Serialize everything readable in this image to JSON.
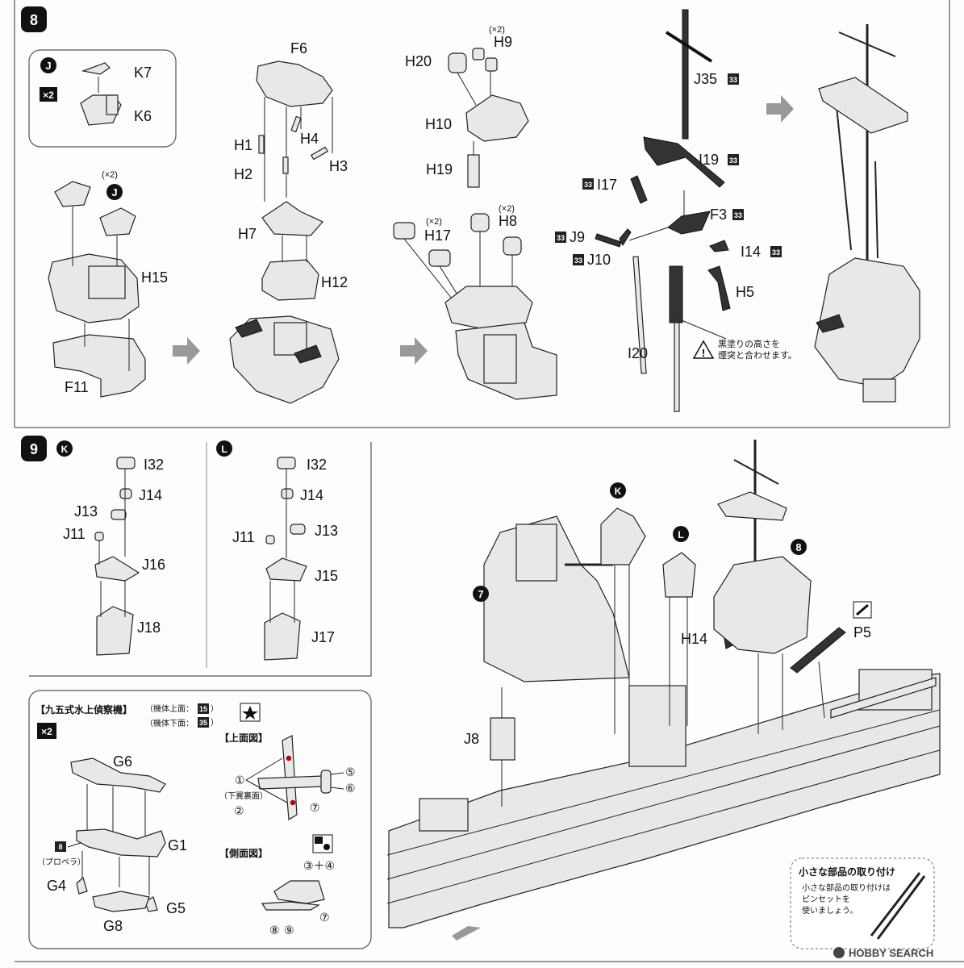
{
  "step8": {
    "number": "8",
    "inset": {
      "marker": "J",
      "multiplier": "×2",
      "parts": [
        "K7",
        "K6"
      ]
    },
    "group1": {
      "qty": "(×2)",
      "marker": "J",
      "parts": [
        "H15",
        "F11"
      ]
    },
    "group2": {
      "parts": [
        "F6",
        "H1",
        "H4",
        "H2",
        "H3",
        "H7",
        "H12"
      ]
    },
    "group3": {
      "parts": [
        "H9",
        "H20",
        "H10",
        "H19",
        "H8",
        "H17"
      ],
      "qty_h9": "(×2)",
      "qty_h8": "(×2)",
      "qty_h17": "(×2)"
    },
    "group4": {
      "parts": [
        "J35",
        "I19",
        "I17",
        "F3",
        "J9",
        "I14",
        "J10",
        "H5",
        "I20"
      ],
      "paint_code": "33",
      "note_line1": "黒塗りの高さを",
      "note_line2": "煙突と合わせます。"
    }
  },
  "step9": {
    "number": "9",
    "k": {
      "marker": "K",
      "parts": [
        "I32",
        "J14",
        "J13",
        "J11",
        "J16",
        "J18"
      ]
    },
    "l": {
      "marker": "L",
      "parts": [
        "I32",
        "J14",
        "J11",
        "J13",
        "J15",
        "J17"
      ]
    },
    "plane": {
      "title": "【九五式水上偵察機】",
      "upper_label": "（機体上面：",
      "upper_code": "15",
      "upper_close": "）",
      "lower_label": "（機体下面：",
      "lower_code": "35",
      "lower_close": "）",
      "multiplier": "×2",
      "parts": [
        "G6",
        "G1",
        "G4",
        "G5",
        "G8"
      ],
      "prop_code": "8",
      "prop_label": "（プロペラ）",
      "top_view": "【上面図】",
      "side_view": "【側面図】",
      "callouts": [
        "①",
        "⑤",
        "⑥",
        "⑦",
        "②",
        "③＋④",
        "⑦",
        "⑧",
        "⑨"
      ],
      "underside": "（下翼裏面）"
    },
    "ship": {
      "markers": [
        "K",
        "L",
        "7",
        "8"
      ],
      "parts": [
        "J8",
        "H14",
        "P5"
      ]
    },
    "tip": {
      "title": "小さな部品の取り付け",
      "line1": "小さな部品の取り付けは",
      "line2": "ピンセットを",
      "line3": "使いましょう。"
    }
  },
  "watermark": "HOBBY SEARCH"
}
